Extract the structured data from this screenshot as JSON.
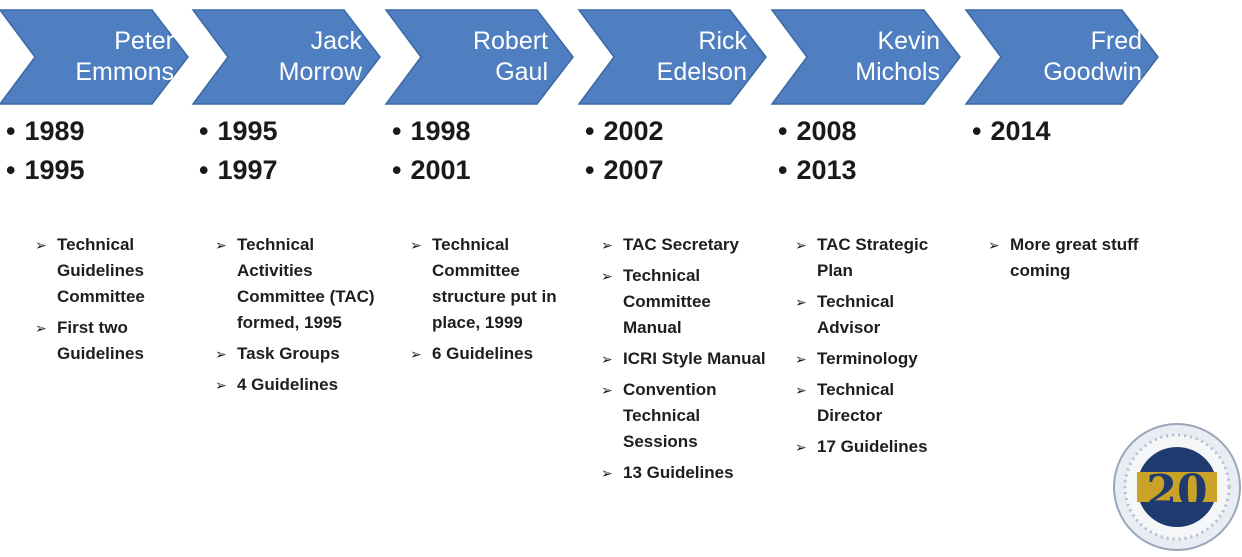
{
  "leaders": [
    {
      "name_line1": "Peter",
      "name_line2": "Emmons",
      "years": [
        "1989",
        "1995"
      ],
      "notes": [
        "Technical Guidelines Committee",
        "First two Guidelines"
      ]
    },
    {
      "name_line1": "Jack",
      "name_line2": "Morrow",
      "years": [
        "1995",
        "1997"
      ],
      "notes": [
        "Technical Activities Committee (TAC) formed, 1995",
        "Task Groups",
        "4 Guidelines"
      ]
    },
    {
      "name_line1": "Robert",
      "name_line2": "Gaul",
      "years": [
        "1998",
        "2001"
      ],
      "notes": [
        "Technical Committee structure put in place, 1999",
        "6 Guidelines"
      ]
    },
    {
      "name_line1": "Rick",
      "name_line2": "Edelson",
      "years": [
        "2002",
        "2007"
      ],
      "notes": [
        "TAC Secretary",
        "Technical Committee Manual",
        "ICRI Style Manual",
        "Convention Technical Sessions",
        "13 Guidelines"
      ]
    },
    {
      "name_line1": "Kevin",
      "name_line2": "Michols",
      "years": [
        "2008",
        "2013"
      ],
      "notes": [
        "TAC Strategic Plan",
        "Technical Advisor",
        "Terminology",
        "Technical Director",
        "17 Guidelines"
      ]
    },
    {
      "name_line1": "Fred",
      "name_line2": "Goodwin",
      "years": [
        "2014"
      ],
      "notes": [
        "More great stuff coming"
      ]
    }
  ],
  "seal": {
    "text": "20",
    "icon": "anniversary-seal-icon"
  },
  "colors": {
    "chevron_fill": "#4f7fc0",
    "chevron_stroke": "#3b69a6",
    "text": "#1e1e1e",
    "seal_gold": "#c9a227",
    "seal_navy": "#1f3a6e"
  }
}
